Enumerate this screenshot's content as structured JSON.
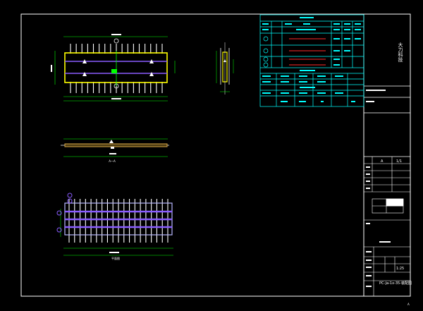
{
  "title_block": {
    "company": "大力科技",
    "revision": "A",
    "sheet": "1/1",
    "scale": "1:25",
    "drawing_no": "PC-Ja-1x-35-装配图",
    "page_mark": "A"
  },
  "views": {
    "section_label": "A—A",
    "plan_label": "平面图"
  },
  "colors": {
    "background": "#000000",
    "frame": "#ffffff",
    "table": "#00ffff",
    "outline": "#ffff00",
    "plate": "#b8b8ff",
    "rib": "#ffffff",
    "dimension": "#00ff00",
    "highlight": "#ff2a2a",
    "panel": "#8a5cff"
  }
}
